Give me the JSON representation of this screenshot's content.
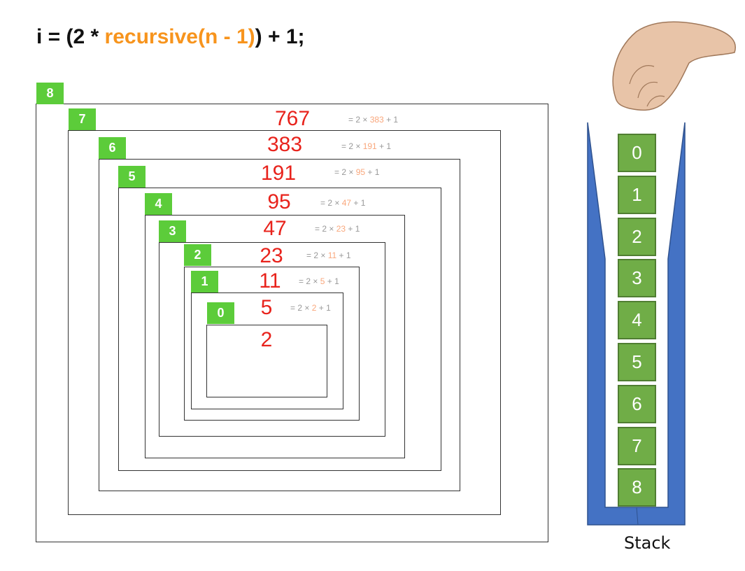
{
  "title": {
    "prefix": "i = (2 * ",
    "highlight": "recursive(n - 1)",
    "suffix": ") + 1;"
  },
  "frames": [
    {
      "label": "8",
      "value": "",
      "formula": null
    },
    {
      "label": "7",
      "value": "767",
      "formula": {
        "pre": "= 2 × ",
        "n": "383",
        "post": " + 1"
      }
    },
    {
      "label": "6",
      "value": "383",
      "formula": {
        "pre": "= 2 × ",
        "n": "191",
        "post": " + 1"
      }
    },
    {
      "label": "5",
      "value": "191",
      "formula": {
        "pre": "= 2 × ",
        "n": "95",
        "post": " + 1"
      }
    },
    {
      "label": "4",
      "value": "95",
      "formula": {
        "pre": "= 2 × ",
        "n": "47",
        "post": " + 1"
      }
    },
    {
      "label": "3",
      "value": "47",
      "formula": {
        "pre": "= 2 × ",
        "n": "23",
        "post": " + 1"
      }
    },
    {
      "label": "2",
      "value": "23",
      "formula": {
        "pre": "= 2 × ",
        "n": "11",
        "post": " + 1"
      }
    },
    {
      "label": "1",
      "value": "11",
      "formula": {
        "pre": "= 2 × ",
        "n": "5",
        "post": " + 1"
      }
    },
    {
      "label": "0",
      "value": "5",
      "formula": {
        "pre": "= 2 × ",
        "n": "2",
        "post": " + 1"
      }
    }
  ],
  "innermost_value": "2",
  "stack": {
    "items": [
      "0",
      "1",
      "2",
      "3",
      "4",
      "5",
      "6",
      "7",
      "8"
    ],
    "label": "Stack"
  },
  "colors": {
    "accent": "#f7941d",
    "value": "#e8231c",
    "label_bg": "#5ccc3a",
    "stack_blue": "#4472c4",
    "stack_item": "#70ad47"
  }
}
